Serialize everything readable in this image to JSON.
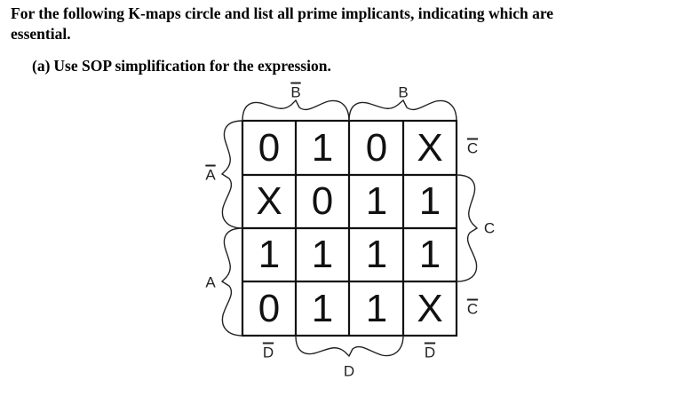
{
  "question": {
    "line1": "For the following K-maps circle and list all prime implicants, indicating which are",
    "line2": "essential.",
    "part_label": "(a)",
    "part_text": "Use SOP simplification for the expression."
  },
  "kmap": {
    "cells": [
      [
        "0",
        "1",
        "0",
        "X"
      ],
      [
        "X",
        "0",
        "1",
        "1"
      ],
      [
        "1",
        "1",
        "1",
        "1"
      ],
      [
        "0",
        "1",
        "1",
        "X"
      ]
    ],
    "labels": {
      "top_left": {
        "text": "B",
        "negated": true
      },
      "top_right": {
        "text": "B",
        "negated": false
      },
      "left_top": {
        "text": "A",
        "negated": true
      },
      "left_bottom": {
        "text": "A",
        "negated": false
      },
      "right_row1": {
        "text": "C",
        "negated": true
      },
      "right_mid": {
        "text": "C",
        "negated": false
      },
      "right_row4": {
        "text": "C",
        "negated": true
      },
      "bottom_col1": {
        "text": "D",
        "negated": true
      },
      "bottom_mid": {
        "text": "D",
        "negated": false
      },
      "bottom_col4": {
        "text": "D",
        "negated": true
      }
    }
  }
}
